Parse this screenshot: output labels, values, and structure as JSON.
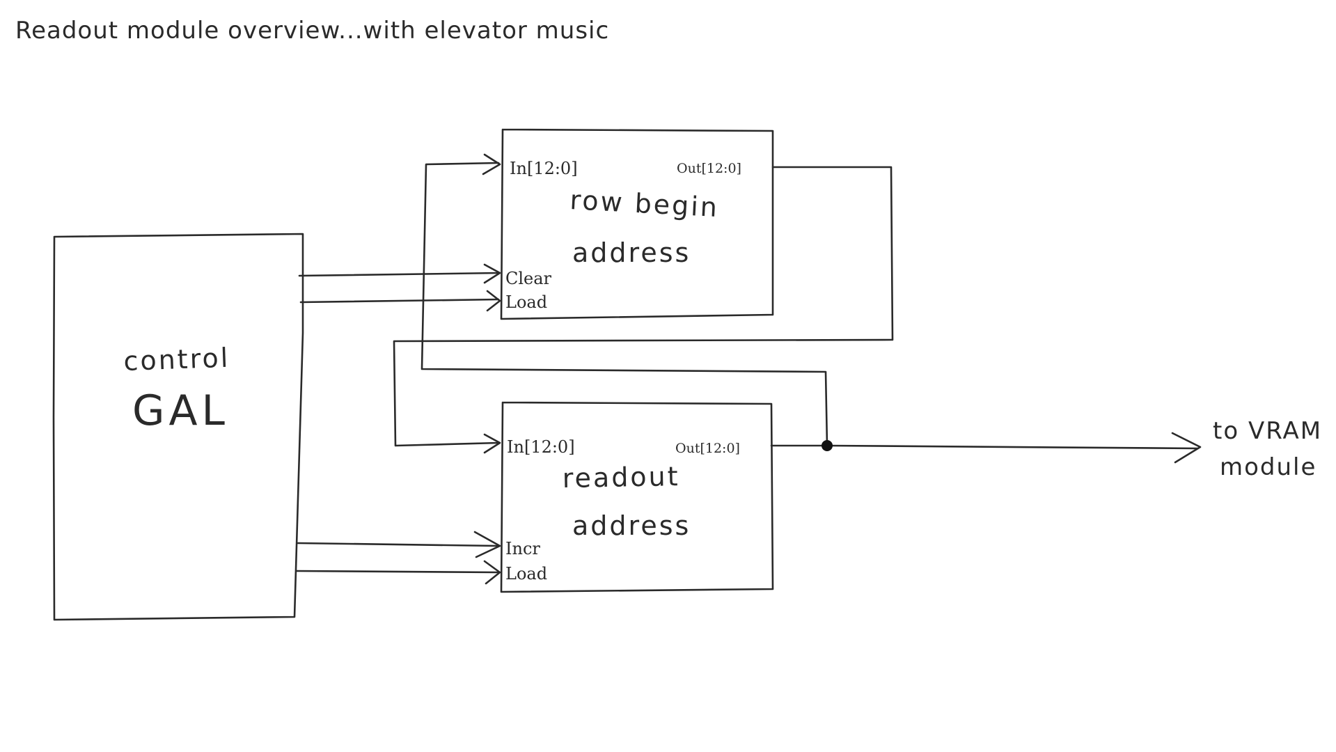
{
  "title": "Readout module overview...with elevator music",
  "blocks": {
    "control": {
      "line1": "control",
      "line2": "GAL"
    },
    "row_begin": {
      "line1": "row begin",
      "line2": "address",
      "in_port": "In[12:0]",
      "out_port": "Out[12:0]",
      "ctrl_port_1": "Clear",
      "ctrl_port_2": "Load"
    },
    "readout": {
      "line1": "readout",
      "line2": "address",
      "in_port": "In[12:0]",
      "out_port": "Out[12:0]",
      "ctrl_port_1": "Incr",
      "ctrl_port_2": "Load"
    }
  },
  "destination": {
    "line1": "to VRAM",
    "line2": "module"
  }
}
